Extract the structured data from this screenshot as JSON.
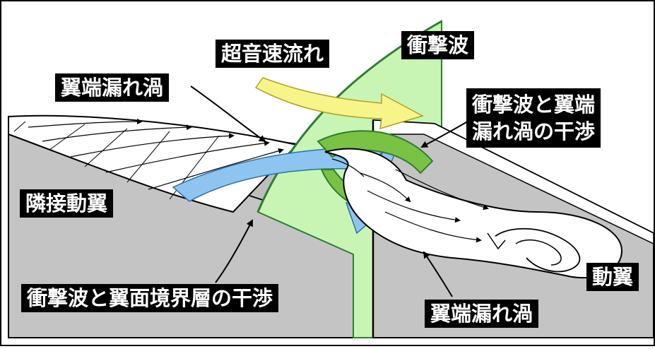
{
  "labels": {
    "supersonic_flow": "超音速流れ",
    "shock_wave": "衝撃波",
    "tip_leakage_vortex_top": "翼端漏れ渦",
    "shock_vortex_interaction": "衝撃波と翼端\n漏れ渦の干渉",
    "adjacent_blade": "隣接動翼",
    "shock_boundary_layer_interaction": "衝撃波と翼面境界層の干渉",
    "rotor_blade": "動翼",
    "tip_leakage_vortex_bottom": "翼端漏れ渦"
  },
  "colors": {
    "blade_fill": "#c4c4c4",
    "blade_tip_fill": "#ffffff",
    "shock_fill": "#c8f5b4",
    "shock_edge": "#2e7d32",
    "interaction_fill": "#7ac243",
    "flow_arrow": "#f7f58a",
    "leakage_arrow": "#8ec5f0",
    "vortex_fill": "#ffffff",
    "label_bg": "#000000",
    "label_text": "#ffffff"
  },
  "icons": {
    "flow_arrow": "yellow-block-arrow",
    "leakage_arrow": "blue-block-arrow"
  }
}
